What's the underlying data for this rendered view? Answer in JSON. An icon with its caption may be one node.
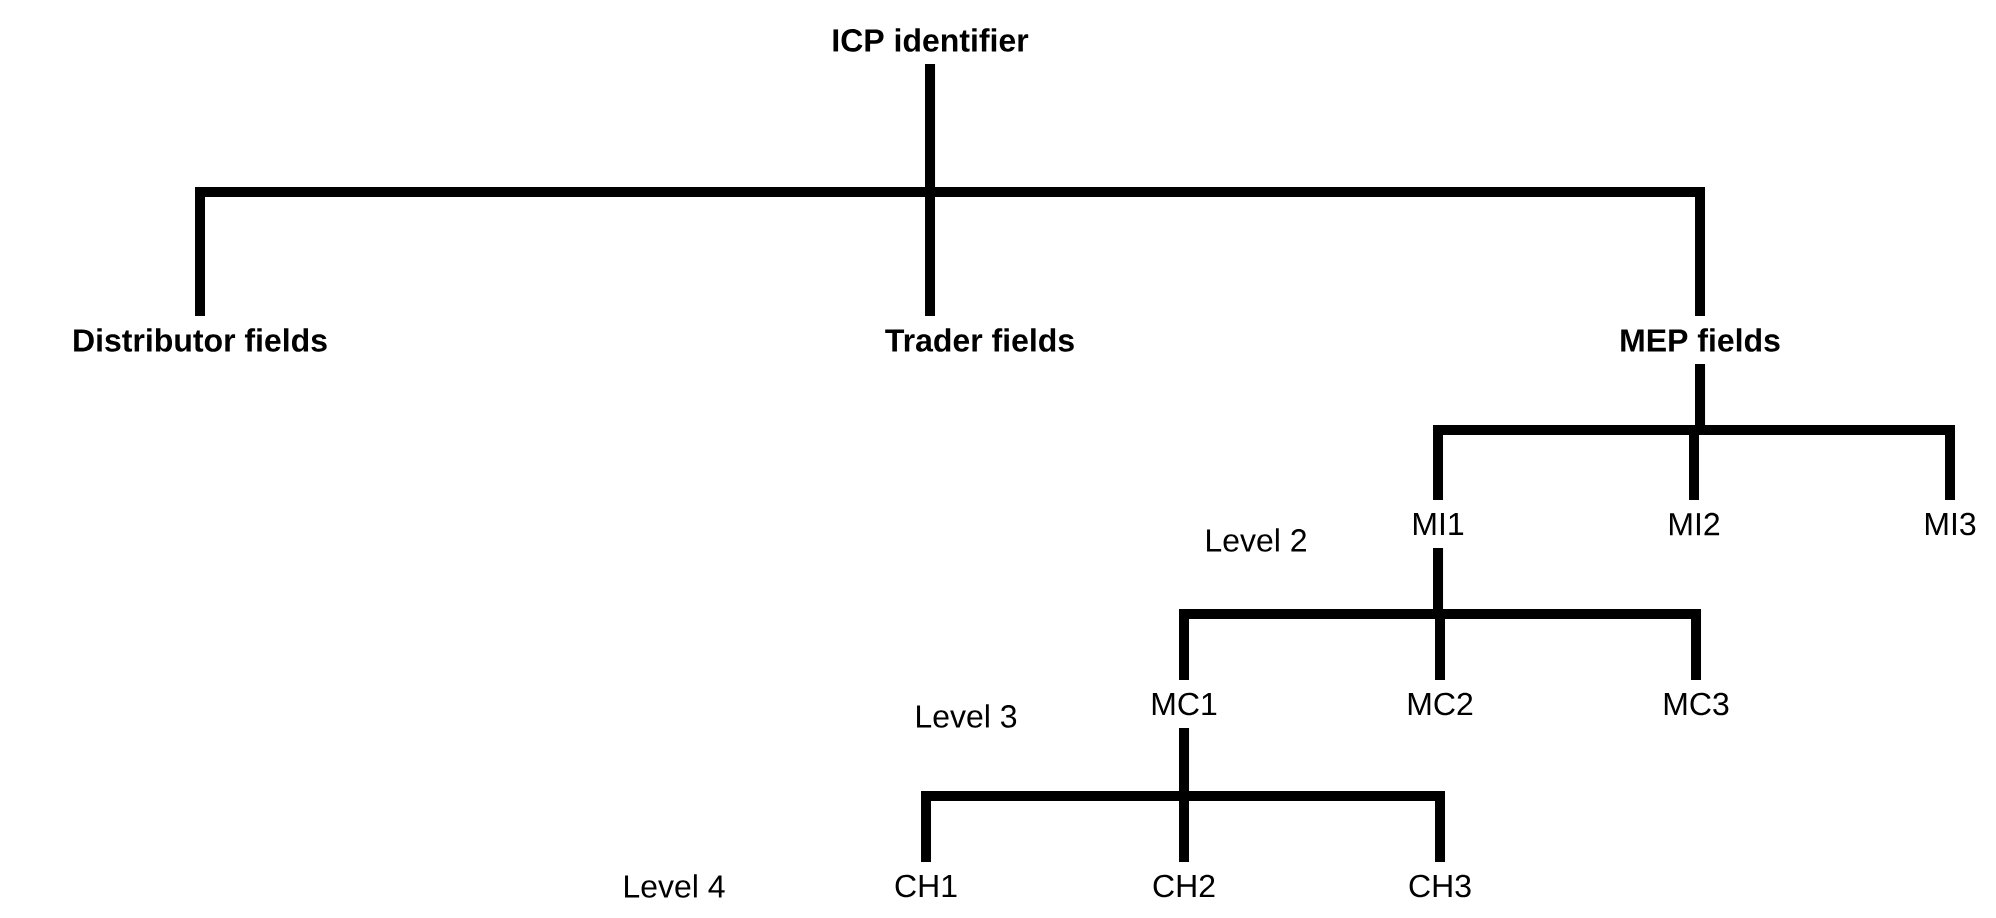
{
  "diagram": {
    "nodes": [
      {
        "text": [
          "ICP identifier"
        ]
      },
      {
        "text": [
          "Distributor fields"
        ]
      },
      {
        "text": [
          "Trader fields"
        ]
      },
      {
        "text": [
          "MEP fields"
        ]
      },
      {
        "text": [
          "MI1"
        ]
      },
      {
        "text": [
          "MI2"
        ]
      },
      {
        "text": [
          "MI3"
        ]
      },
      {
        "text": [
          "MC1"
        ]
      },
      {
        "text": [
          "MC2"
        ]
      },
      {
        "text": [
          "MC3"
        ]
      },
      {
        "text": [
          "CH1"
        ]
      },
      {
        "text": [
          "CH2"
        ]
      },
      {
        "text": [
          "CH3"
        ]
      }
    ],
    "edges": [
      {
        "from": 0,
        "to": 1,
        "arrow": "none"
      },
      {
        "from": 0,
        "to": 2,
        "arrow": "none"
      },
      {
        "from": 0,
        "to": 3,
        "arrow": "none"
      },
      {
        "from": 3,
        "to": 4,
        "arrow": "none"
      },
      {
        "from": 3,
        "to": 5,
        "arrow": "none"
      },
      {
        "from": 3,
        "to": 6,
        "arrow": "none"
      },
      {
        "from": 4,
        "to": 7,
        "arrow": "none"
      },
      {
        "from": 4,
        "to": 8,
        "arrow": "none"
      },
      {
        "from": 4,
        "to": 9,
        "arrow": "none"
      },
      {
        "from": 7,
        "to": 10,
        "arrow": "none"
      },
      {
        "from": 7,
        "to": 11,
        "arrow": "none"
      },
      {
        "from": 7,
        "to": 12,
        "arrow": "none"
      }
    ],
    "labels": [
      "Level 2",
      "Level 3",
      "Level 4"
    ]
  }
}
